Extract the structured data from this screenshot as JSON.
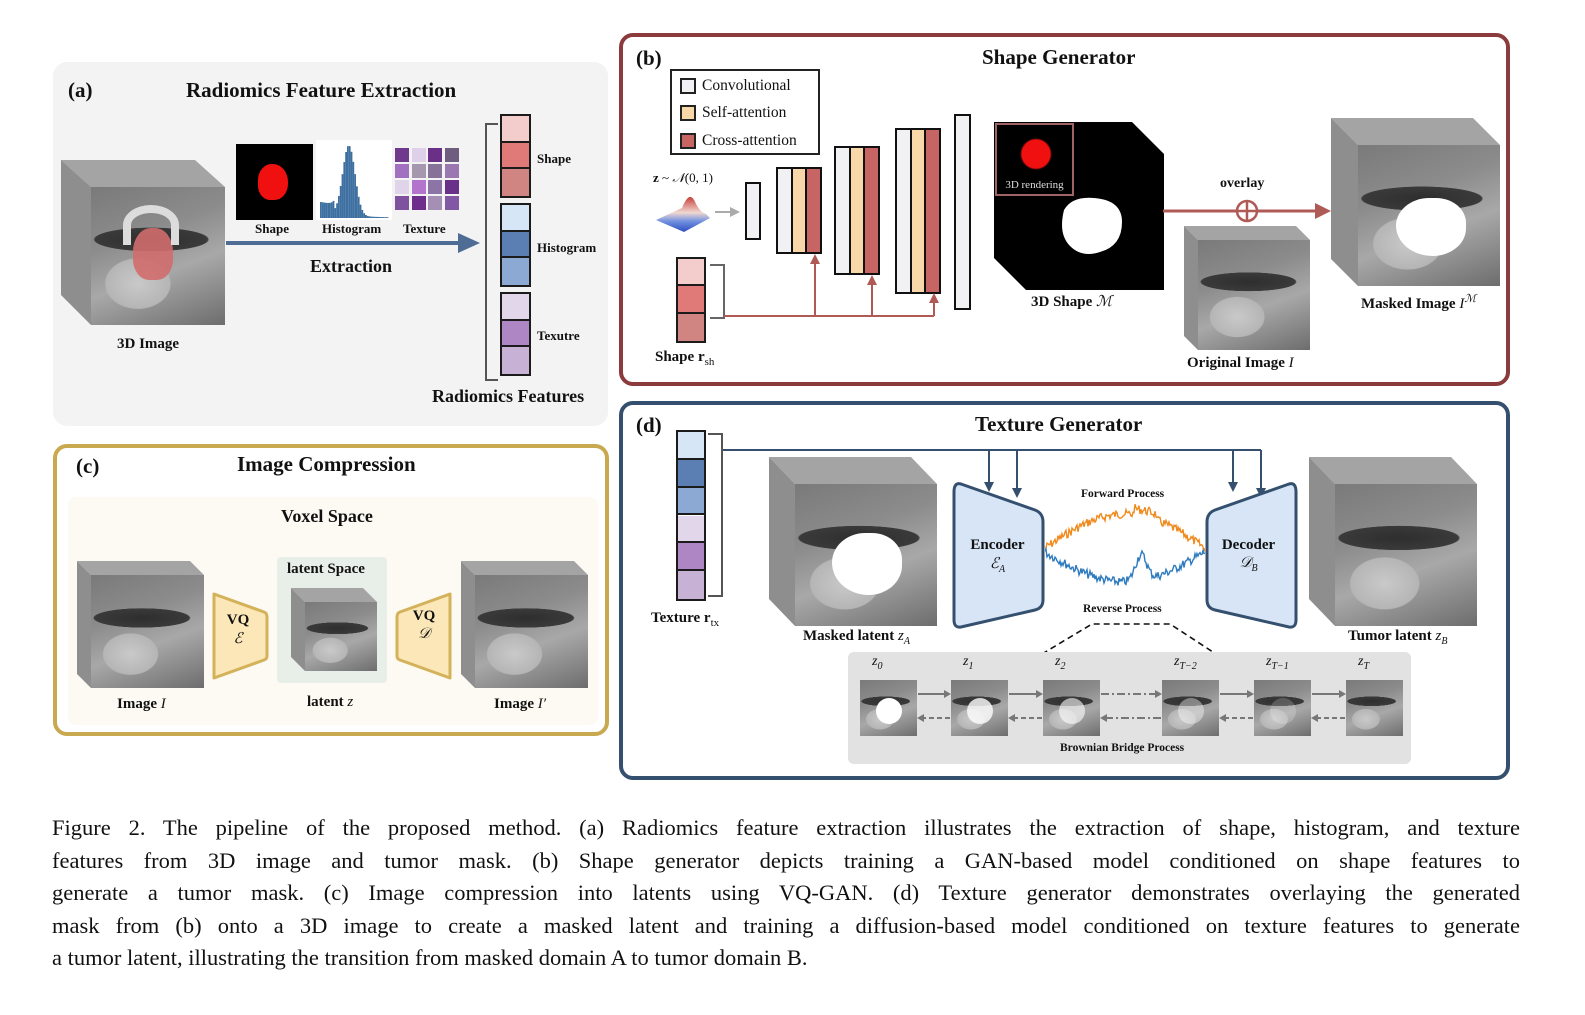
{
  "panel_a": {
    "label": "(a)",
    "title": "Radiomics Feature Extraction",
    "input_caption": "3D Image",
    "thumbs": [
      "Shape",
      "Histogram",
      "Texture"
    ],
    "arrow_label": "Extraction",
    "feature_groups": [
      "Shape",
      "Histogram",
      "Texutre"
    ],
    "output_caption": "Radiomics Features",
    "colors": {
      "shape": [
        "#f3cccc",
        "#e07a78",
        "#d08582"
      ],
      "histogram": [
        "#d6e6f7",
        "#5b7fb3",
        "#8ba9d2"
      ],
      "texture": [
        "#e1d6ea",
        "#ad86c3",
        "#c7b2d5"
      ],
      "arrow": "#4f6d94",
      "panel_bg": "#f3f3f3"
    }
  },
  "panel_b": {
    "label": "(b)",
    "title": "Shape Generator",
    "legend": [
      {
        "label": "Convolutional",
        "color": "#f1f1f3"
      },
      {
        "label": "Self-attention",
        "color": "#f8d8a8"
      },
      {
        "label": "Cross-attention",
        "color": "#c76464"
      }
    ],
    "noise_label": "z ~ 𝒩(0,1)",
    "input_caption": "Shape",
    "input_subscript": "sh",
    "rendering_label": "3D rendering",
    "shape_caption": "3D Shape",
    "shape_symbol": "ℳ",
    "overlay_label": "overlay",
    "original_caption": "Original Image",
    "original_symbol": "I",
    "masked_caption": "Masked Image",
    "masked_symbol": "I",
    "masked_sup": "ℳ",
    "colors": {
      "border": "#8b3b3b",
      "arrow": "#b05a56"
    }
  },
  "panel_c": {
    "label": "(c)",
    "title": "Image Compression",
    "voxel_label": "Voxel Space",
    "latent_space_label": "latent Space",
    "encoder": {
      "top": "VQ",
      "symbol": "ℰ"
    },
    "decoder": {
      "top": "VQ",
      "symbol": "𝒟"
    },
    "captions": {
      "input": "Image",
      "input_sym": "I",
      "latent": "latent",
      "latent_sym": "z",
      "output": "Image",
      "output_sym": "I′"
    },
    "colors": {
      "border": "#c9a94f",
      "trap_fill": "#fbe7b8",
      "trap_border": "#d4b25a",
      "latent_bg": "#e8efe8",
      "inner_bg": "#fcfaf2"
    }
  },
  "panel_d": {
    "label": "(d)",
    "title": "Texture Generator",
    "input_caption": "Texture",
    "input_subscript": "tx",
    "texture_colors": [
      "#d6e6f7",
      "#5b7fb3",
      "#8ba9d2",
      "#e1d6ea",
      "#ad86c3",
      "#c7b2d5"
    ],
    "masked_caption": "Masked latent",
    "masked_sym": "z",
    "masked_sub": "A",
    "encoder": {
      "label": "Encoder",
      "symbol": "ℰ",
      "sub": "A"
    },
    "decoder": {
      "label": "Decoder",
      "symbol": "𝒟",
      "sub": "B"
    },
    "forward_label": "Forward Process",
    "reverse_label": "Reverse Process",
    "tumor_caption": "Tumor latent",
    "tumor_sym": "z",
    "tumor_sub": "B",
    "bridge_label": "Brownian Bridge Process",
    "steps": [
      "z₀",
      "z₁",
      "z₂",
      "z_{T−2}",
      "z_{T−1}",
      "z_T"
    ],
    "step_names": [
      {
        "b": "z",
        "s": "0"
      },
      {
        "b": "z",
        "s": "1"
      },
      {
        "b": "z",
        "s": "2"
      },
      {
        "b": "z",
        "s": "T−2"
      },
      {
        "b": "z",
        "s": "T−1"
      },
      {
        "b": "z",
        "s": "T"
      }
    ],
    "colors": {
      "border": "#34506e",
      "box_fill": "#d7e5f6",
      "forward": "#f08a1c",
      "reverse": "#2e7bbf",
      "bridge_bg": "#e2e2e2"
    }
  },
  "caption_lines": [
    "Figure 2. The pipeline of the proposed method. (a) Radiomics feature extraction illustrates the extraction of shape, histogram, and texture",
    "features from 3D image and tumor mask.  (b) Shape generator depicts training a GAN-based model conditioned on shape features to",
    "generate a tumor mask. (c) Image compression into latents using VQ-GAN. (d) Texture generator demonstrates overlaying the generated",
    "mask from (b) onto a 3D image to create a masked latent and training a diffusion-based model conditioned on texture features to generate",
    "a tumor latent, illustrating the transition from masked domain A to tumor domain B."
  ]
}
